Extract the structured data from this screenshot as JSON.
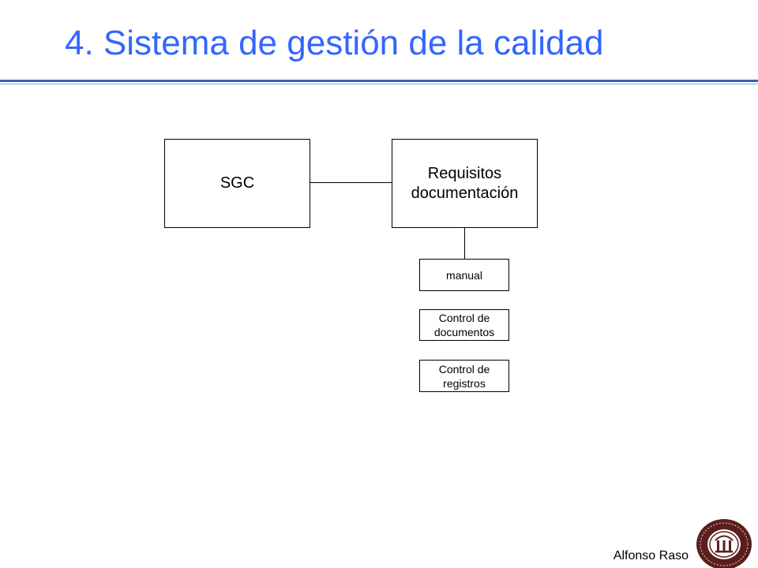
{
  "title": "4. Sistema de gestión de la calidad",
  "diagram": {
    "sgc": "SGC",
    "requisitos": {
      "line1": "Requisitos",
      "line2": "documentación"
    },
    "manual": "manual",
    "control_documentos": {
      "line1": "Control de",
      "line2": "documentos"
    },
    "control_registros": {
      "line1": "Control de",
      "line2": "registros"
    }
  },
  "footer": {
    "author": "Alfonso Raso"
  },
  "colors": {
    "title": "#3366ff",
    "rule": "#3f5fae"
  }
}
